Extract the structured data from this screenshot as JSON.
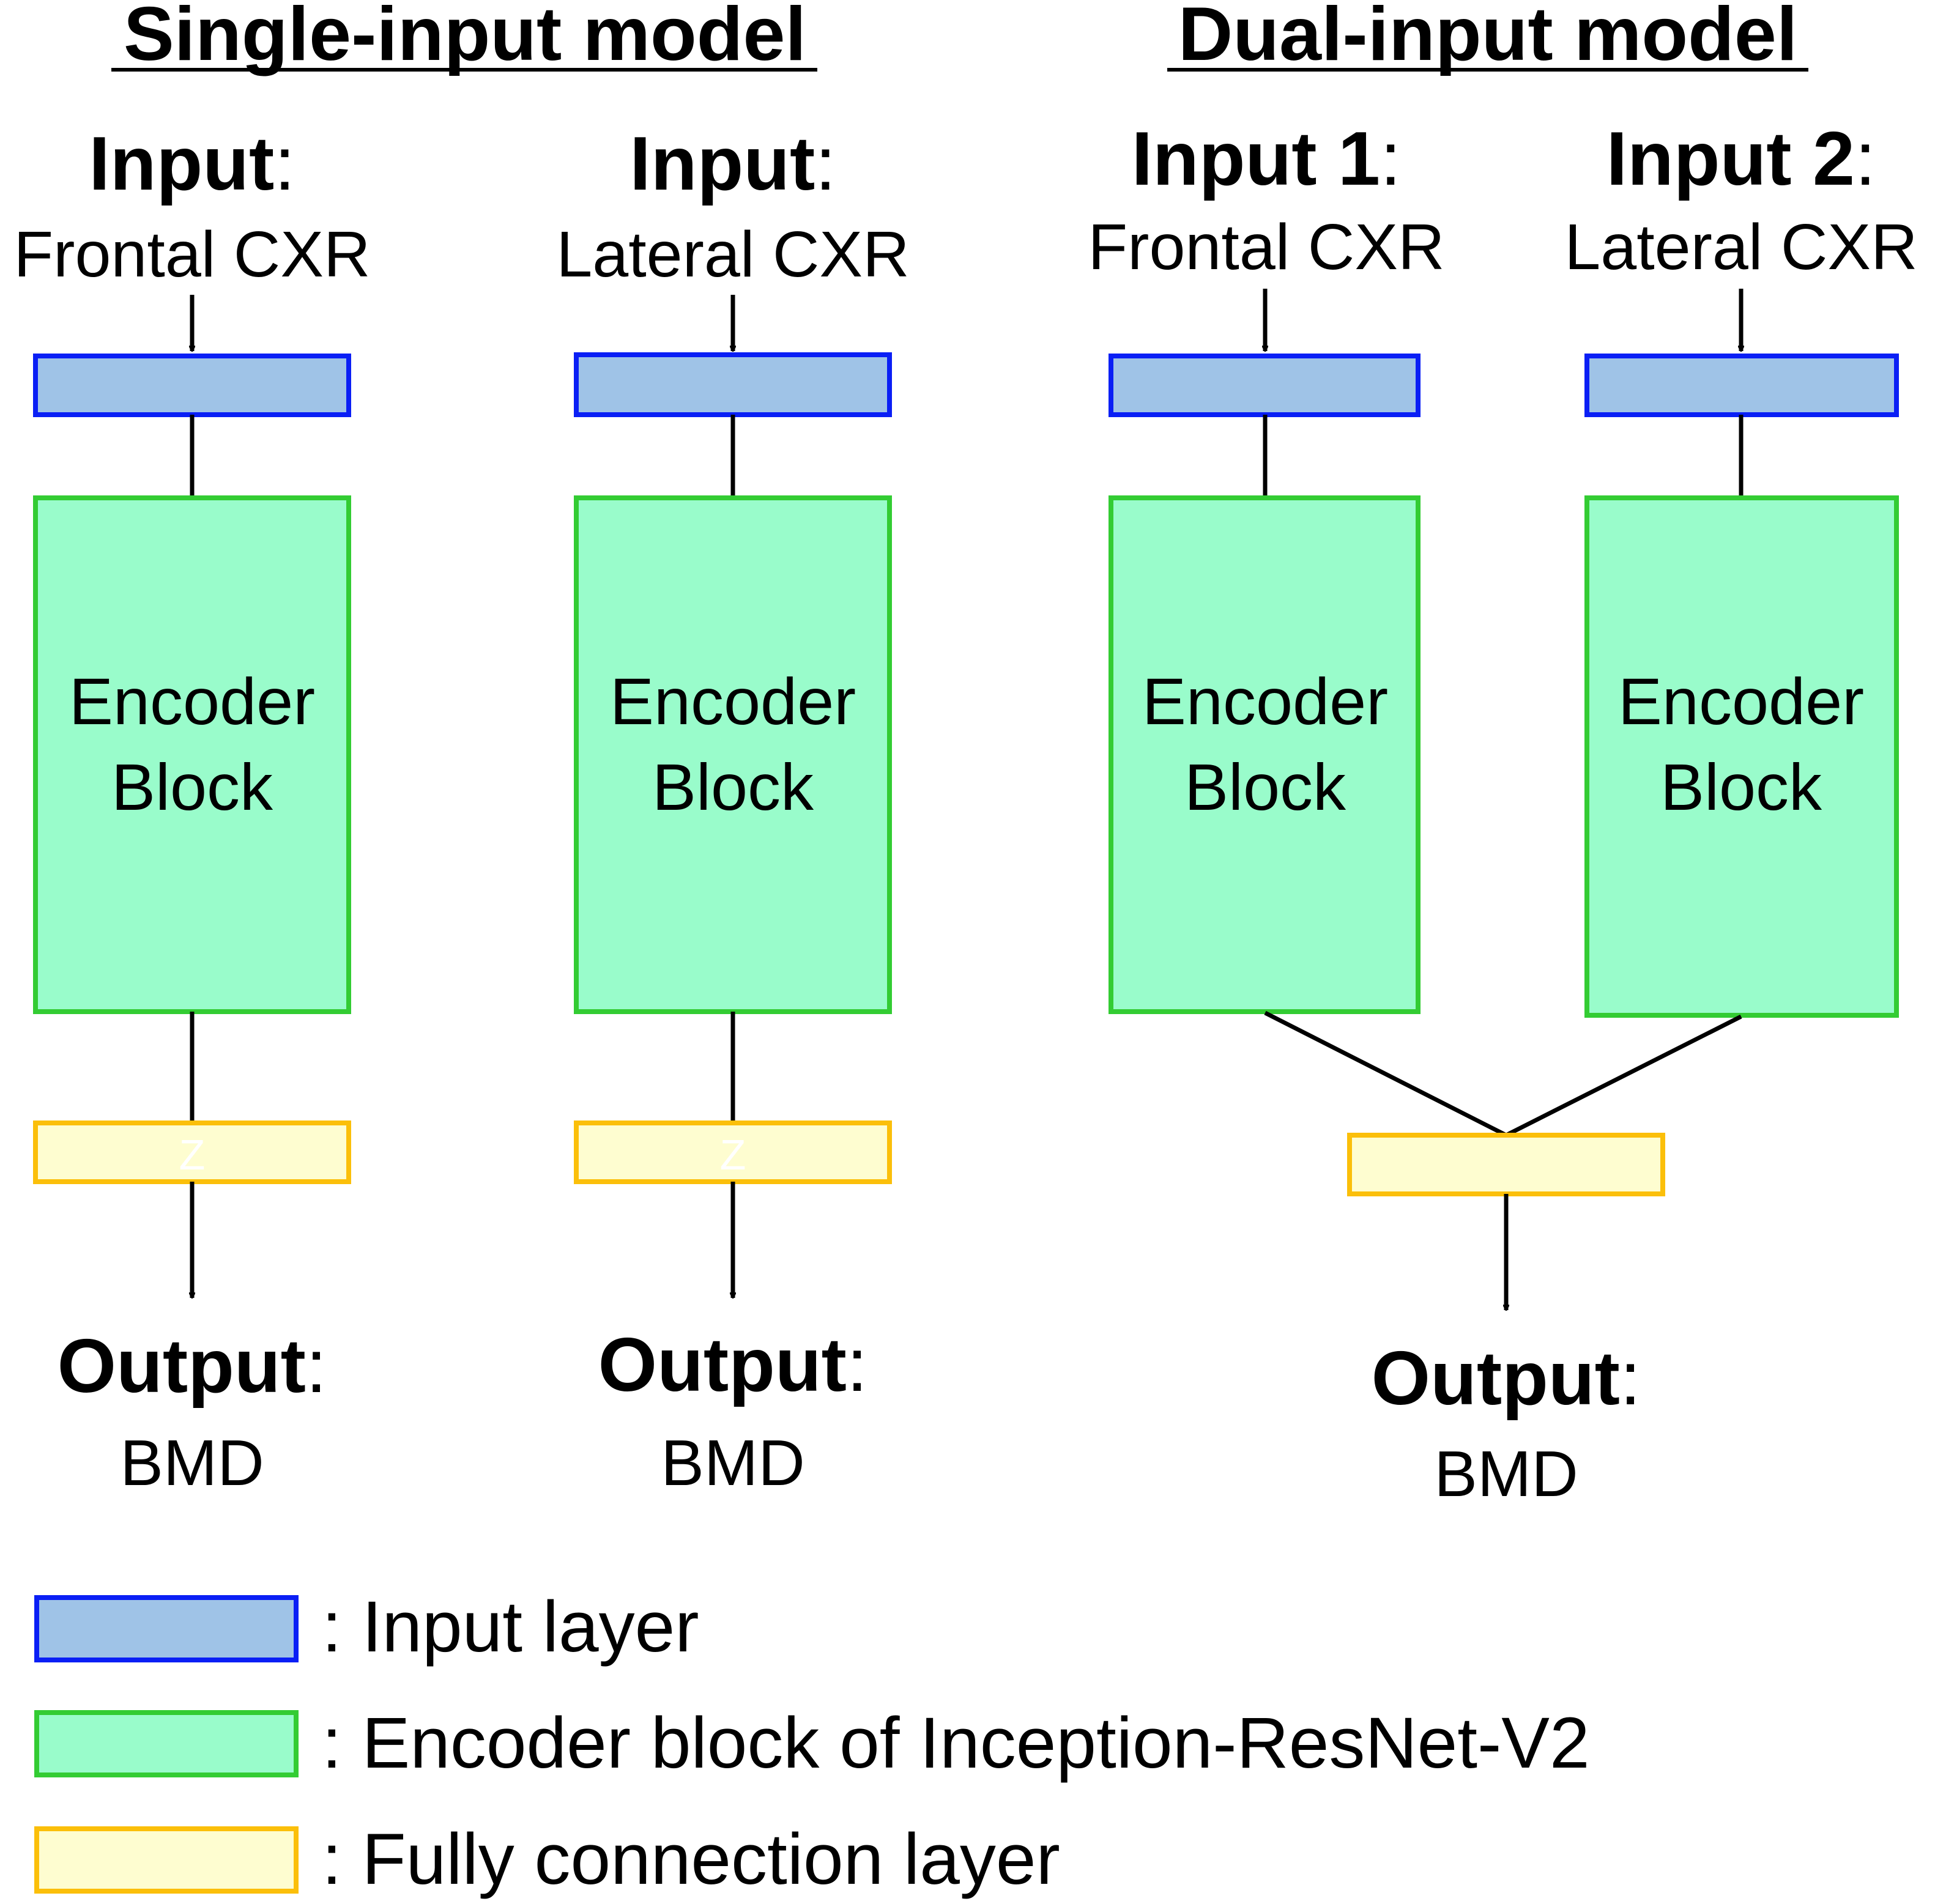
{
  "titles": {
    "single": "Single-input model",
    "dual": "Dual-input model"
  },
  "inputs": [
    {
      "head": "Input",
      "sep": ":",
      "value": "Frontal CXR"
    },
    {
      "head": "Input",
      "sep": ":",
      "value": "Lateral CXR"
    },
    {
      "head": "Input 1",
      "sep": ":",
      "value": "Frontal CXR"
    },
    {
      "head": "Input 2",
      "sep": ":",
      "value": "Lateral CXR"
    }
  ],
  "encoder": {
    "line1": "Encoder",
    "line2": "Block"
  },
  "fc_mark": "Z",
  "outputs": [
    {
      "head": "Output",
      "sep": ":",
      "value": "BMD"
    },
    {
      "head": "Output",
      "sep": ":",
      "value": "BMD"
    },
    {
      "head": "Output",
      "sep": ":",
      "value": "BMD"
    }
  ],
  "legend": [
    {
      "text": ": Input layer",
      "swatch": "input"
    },
    {
      "text": ": Encoder block of Inception-ResNet-V2",
      "swatch": "encoder"
    },
    {
      "text": ": Fully connection layer",
      "swatch": "fc"
    }
  ],
  "colors": {
    "input_fill": "#9fc3e7",
    "input_stroke": "#0a1ff5",
    "encoder_fill": "#99fccb",
    "encoder_stroke": "#33cc33",
    "fc_fill": "#fefdd0",
    "fc_stroke": "#fbbf0a"
  }
}
